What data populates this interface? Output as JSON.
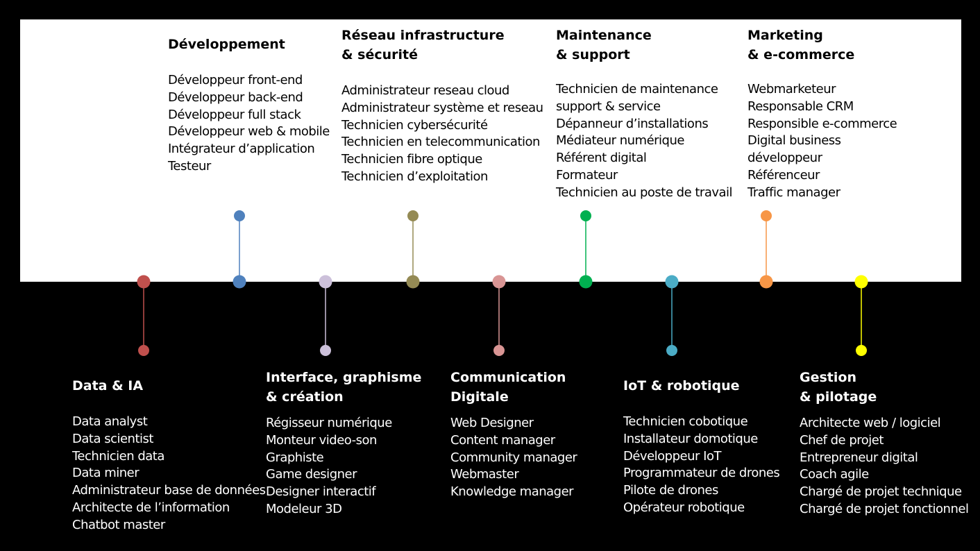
{
  "background": "#000000",
  "panel_color": "#ffffff",
  "top_categories": [
    {
      "title": "Développement",
      "color": "#4f81bd",
      "jobs": [
        "Développeur front-end",
        "Développeur back-end",
        "Développeur full stack",
        "Développeur web & mobile",
        "Intégrateur d’application",
        "Testeur"
      ]
    },
    {
      "title": "Réseau infrastructure\n& sécurité",
      "color": "#948a54",
      "jobs": [
        "Administrateur reseau cloud",
        "Administrateur système et reseau",
        "Technicien cybersécurité",
        "Technicien en telecommunication",
        "Technicien fibre optique",
        "Technicien d’exploitation"
      ]
    },
    {
      "title": "Maintenance\n& support",
      "color": "#00b050",
      "jobs": [
        "Technicien de maintenance",
        "support & service",
        "Dépanneur d’installations",
        "Médiateur numérique",
        "Référent digital",
        "Formateur",
        "Technicien au poste de travail"
      ]
    },
    {
      "title": "Marketing\n& e-commerce",
      "color": "#f79646",
      "jobs": [
        "Webmarketeur",
        "Responsable CRM",
        "Responsible e-commerce",
        "Digital business",
        "développeur",
        "Référenceur",
        "Traffic manager"
      ]
    }
  ],
  "bottom_categories": [
    {
      "title": "Data & IA",
      "color": "#c0504d",
      "jobs": [
        "Data analyst",
        "Data scientist",
        "Technicien data",
        "Data miner",
        "Administrateur base de données",
        "Architecte de l’information",
        "Chatbot master"
      ]
    },
    {
      "title": "Interface, graphisme\n& création",
      "color": "#ccc0da",
      "jobs": [
        "Régisseur numérique",
        "Monteur video-son",
        "Graphiste",
        "Game designer",
        "Designer interactif",
        "Modeleur 3D"
      ]
    },
    {
      "title": "Communication\nDigitale",
      "color": "#d99594",
      "jobs": [
        "Web Designer",
        "Content manager",
        "Community manager",
        "Webmaster",
        "Knowledge manager"
      ]
    },
    {
      "title": "IoT & robotique",
      "color": "#4bacc6",
      "jobs": [
        "Technicien cobotique",
        "Installateur domotique",
        "Développeur IoT",
        "Programmateur de drones",
        "Pilote de drones",
        "Opérateur robotique"
      ]
    },
    {
      "title": "Gestion\n& pilotage",
      "color": "#ffff00",
      "jobs": [
        "Architecte web / logiciel",
        "Chef de projet",
        "Entrepreneur digital",
        "Coach agile",
        "Chargé de projet technique",
        "Chargé de projet fonctionnel"
      ]
    }
  ]
}
